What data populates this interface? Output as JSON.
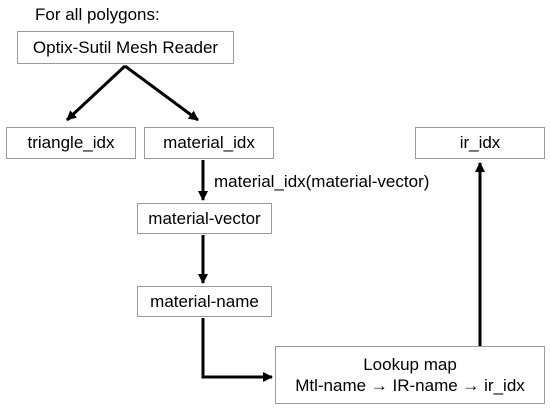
{
  "title": "For all polygons:",
  "nodes": {
    "mesh_reader": "Optix-Sutil Mesh Reader",
    "triangle_idx": "triangle_idx",
    "material_idx": "material_idx",
    "ir_idx": "ir_idx",
    "material_vector": "material-vector",
    "material_name": "material-name",
    "lookup_line1": "Lookup map",
    "lookup_line2": "Mtl-name → IR-name → ir_idx"
  },
  "edge_labels": {
    "material_idx_to_vector": "material_idx(material-vector)"
  }
}
